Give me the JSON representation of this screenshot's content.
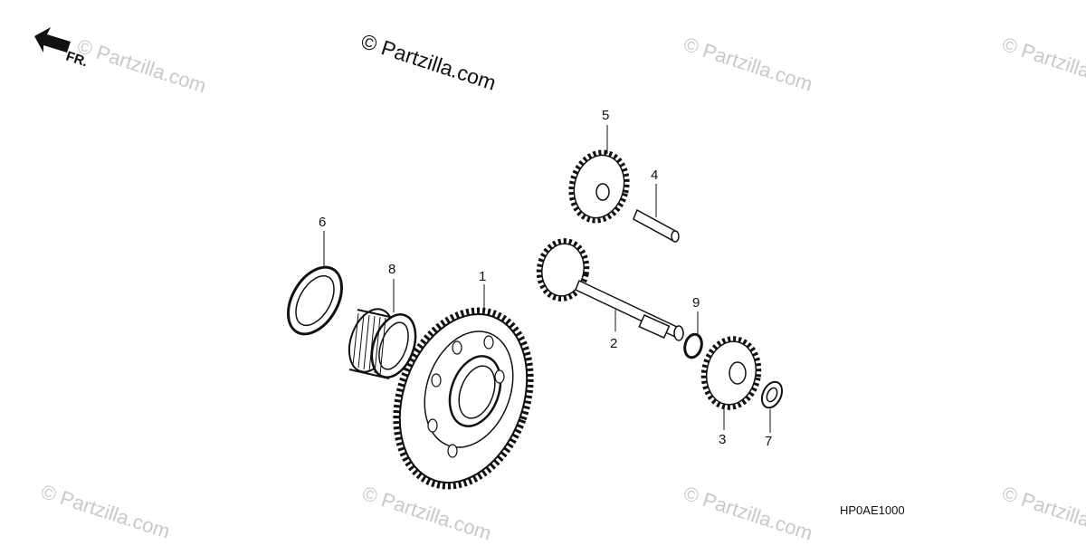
{
  "diagram": {
    "copyright": "© Partzilla.com",
    "watermark": "© Partzilla.com",
    "front_label": "FR.",
    "figure_code": "HP0AE1000",
    "callouts": [
      "1",
      "2",
      "3",
      "4",
      "5",
      "6",
      "7",
      "8",
      "9"
    ]
  },
  "colors": {
    "ink": "#111111",
    "watermark": "#c9c9c9",
    "background": "#ffffff"
  }
}
